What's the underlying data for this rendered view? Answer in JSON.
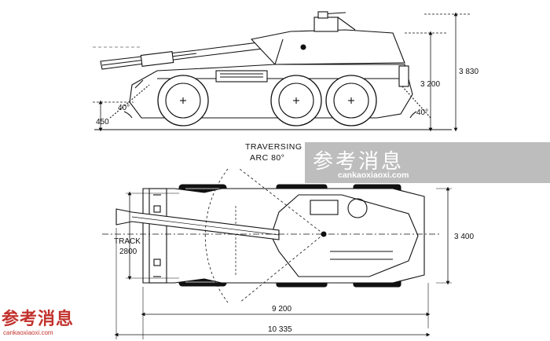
{
  "side_view": {
    "dim_total_height": "3 830",
    "dim_hull_height": "3 200",
    "dim_ground_clearance": "450",
    "angle_approach": "40°",
    "angle_departure": "40°"
  },
  "top_view": {
    "traversing_line1": "TRAVERSING",
    "traversing_line2": "ARC  80°",
    "track_label": "TRACK",
    "track_value": "2800",
    "dim_width": "3 400",
    "dim_hull_length": "9 200",
    "dim_overall_length": "10 335"
  },
  "watermark": {
    "chinese": "参考消息",
    "url": "cankaoxiaoxi.com"
  },
  "corner_logo": {
    "chinese": "参考消息",
    "url": "cankaoxiaoxi.com"
  },
  "colors": {
    "ink": "#111111",
    "watermark_band": "#afafaf",
    "logo_red": "#c2322d"
  }
}
